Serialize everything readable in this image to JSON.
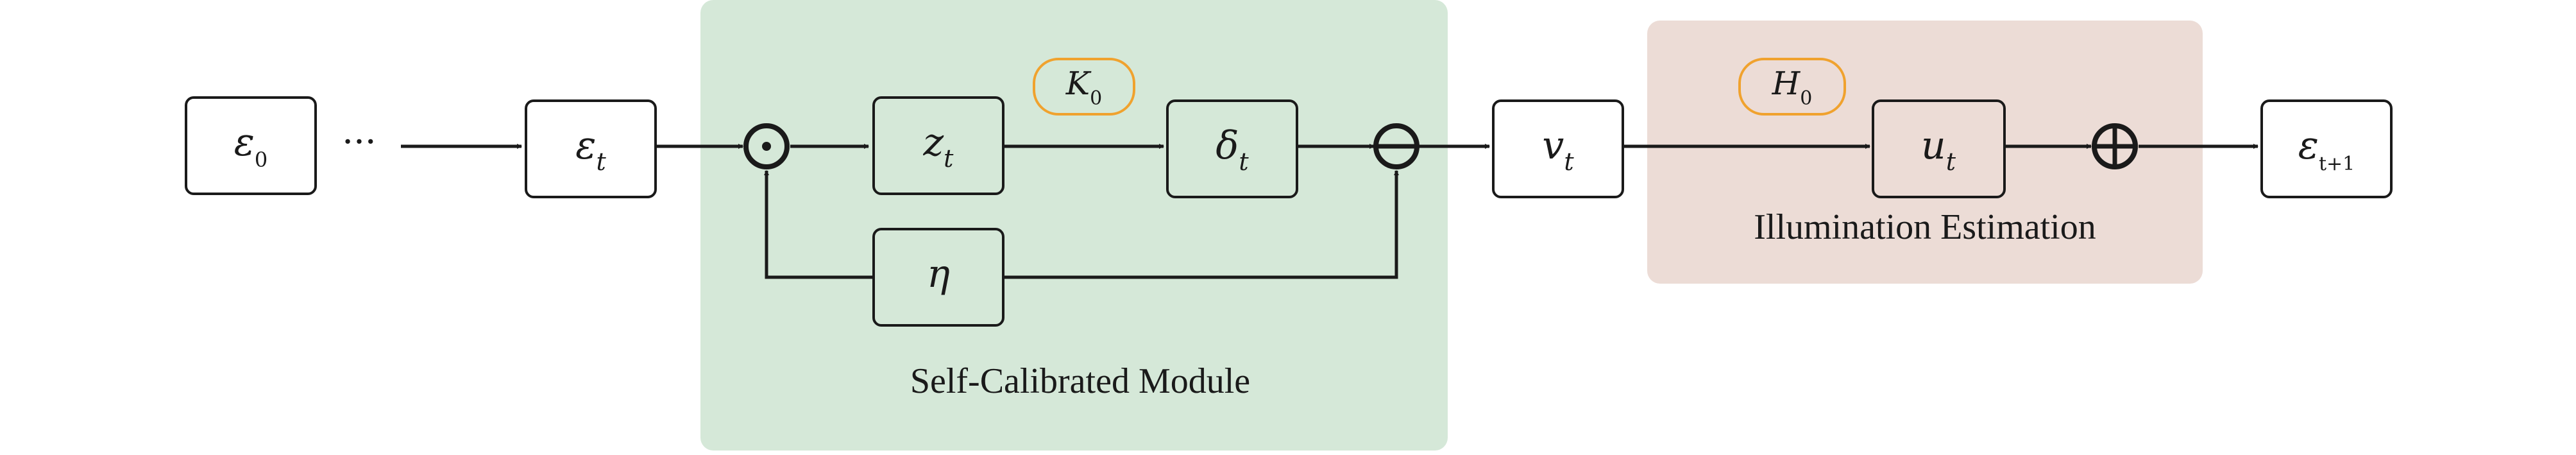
{
  "modules": {
    "self_calibrated": {
      "label": "Self-Calibrated Module",
      "fill": "#d5e8d8"
    },
    "illumination": {
      "label": "Illumination Estimation",
      "fill": "#ecdcd6"
    }
  },
  "nodes": {
    "eps0": {
      "sym": "ε",
      "sub": "0"
    },
    "dots": {
      "text": "···"
    },
    "epst": {
      "sym": "ε",
      "sub": "t"
    },
    "zt": {
      "sym": "z",
      "sub": "t"
    },
    "deltat": {
      "sym": "δ",
      "sub": "t"
    },
    "eta": {
      "sym": "η",
      "sub": ""
    },
    "vt": {
      "sym": "v",
      "sub": "t"
    },
    "ut": {
      "sym": "u",
      "sub": "t"
    },
    "epst1": {
      "sym": "ε",
      "sub": "t+1"
    }
  },
  "params": {
    "K0": {
      "sym": "K",
      "sub": "0"
    },
    "H0": {
      "sym": "H",
      "sub": "0"
    }
  },
  "operators": {
    "multiply": "⊙",
    "subtract": "⊖",
    "add": "⊕"
  },
  "colors": {
    "param_border": "#f0a22e",
    "stroke": "#1a1a1a"
  }
}
